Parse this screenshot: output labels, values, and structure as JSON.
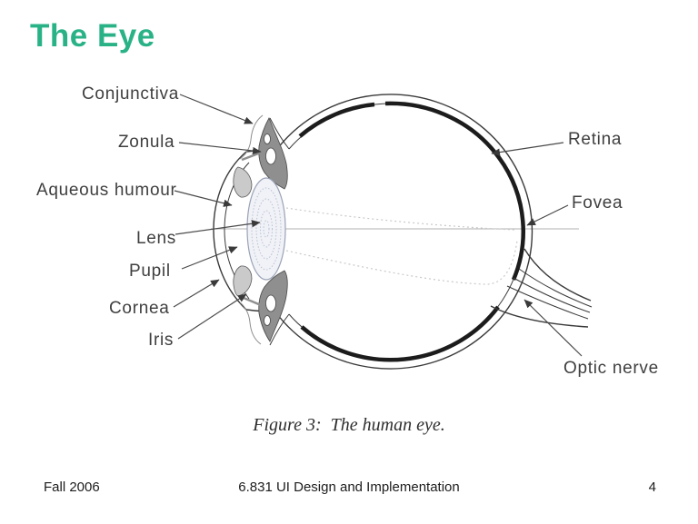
{
  "slide": {
    "title": "The Eye",
    "caption": "Figure 3:  The human eye.",
    "footer": {
      "term": "Fall 2006",
      "course": "6.831 UI Design and Implementation",
      "page_number": "4"
    },
    "colors": {
      "title_green": "#2ab287",
      "diagram_ink": "#3a3a3a",
      "background": "#ffffff"
    }
  },
  "diagram": {
    "figure_name": "human-eye-cross-section",
    "labels": {
      "conjunctiva": "Conjunctiva",
      "zonula": "Zonula",
      "aqueous_humour": "Aqueous humour",
      "lens": "Lens",
      "pupil": "Pupil",
      "cornea": "Cornea",
      "iris": "Iris",
      "retina": "Retina",
      "fovea": "Fovea",
      "optic_nerve": "Optic nerve"
    }
  }
}
